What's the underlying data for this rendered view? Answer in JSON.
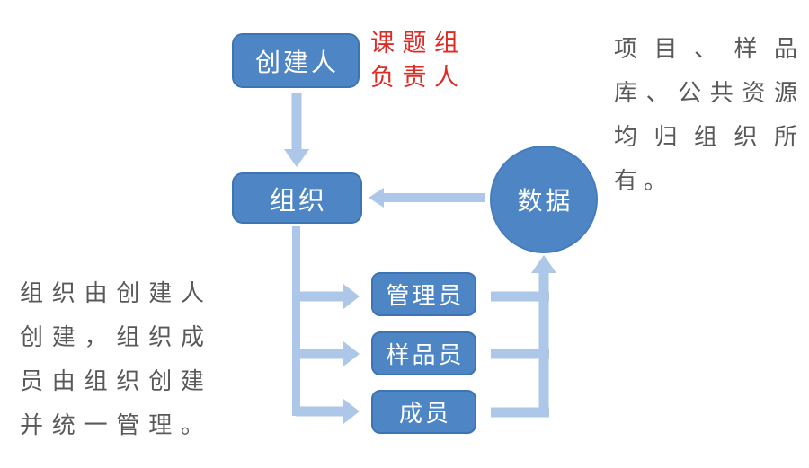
{
  "diagram": {
    "nodes": {
      "creator": {
        "label": "创建人"
      },
      "organization": {
        "label": "组织"
      },
      "data": {
        "label": "数据"
      },
      "admin": {
        "label": "管理员"
      },
      "sample_manager": {
        "label": "样品员"
      },
      "member": {
        "label": "成员"
      }
    },
    "annotations": {
      "creator_role": {
        "text": "课题组负责人",
        "lines": [
          "课题组",
          "负责人"
        ],
        "color": "#DE2B26"
      },
      "left_note": {
        "text": "组织由创建人创建，组织成员由组织创建并统一管理。",
        "lines": [
          "组织由创建人",
          "创建，组织成",
          "员由组织创建",
          "并统一管理。"
        ],
        "color": "#595959"
      },
      "right_note": {
        "text": "项目、样品库、公共资源均归组织所有。",
        "lines": [
          "项目、样品",
          "库、公共资源",
          "均归组织所",
          "有。"
        ],
        "color": "#595959"
      }
    },
    "colors": {
      "node_fill": "#4E86C5",
      "node_border": "#3D74B4",
      "node_text": "#FFFFFF",
      "arrow": "#ACC7E7",
      "note_text": "#595959",
      "annotation_red": "#DE2B26"
    }
  }
}
